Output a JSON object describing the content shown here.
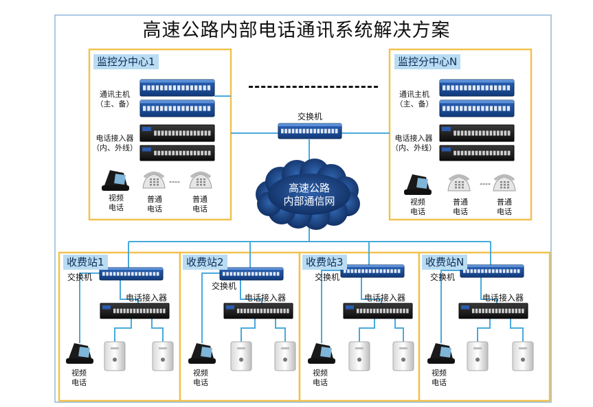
{
  "title": "高速公路内部电话通讯系统解决方案",
  "center_switch_label": "交换机",
  "cloud_label": "高速公路\n内部通信网",
  "monitor_centers": [
    {
      "tag": "监控分中心1",
      "host_label": "通讯主机\n（主、备）",
      "access_label": "电话接入器\n（内、外线）",
      "video_phone": "视频\n电话",
      "phone1": "普通\n电话",
      "phone2": "普通\n电话",
      "dash": "----"
    },
    {
      "tag": "监控分中心N",
      "host_label": "通讯主机\n（主、备）",
      "access_label": "电话接入器\n（内、外线）",
      "video_phone": "视频\n电话",
      "phone1": "普通\n电话",
      "phone2": "普通\n电话",
      "dash": "----"
    }
  ],
  "toll_stations": [
    {
      "tag": "收费站1",
      "switch": "交换机",
      "access": "电话接入器",
      "video_phone": "视频\n电话"
    },
    {
      "tag": "收费站2",
      "switch": "交换机",
      "access": "电话接入器",
      "video_phone": "视频\n电话"
    },
    {
      "tag": "收费站3",
      "switch": "交换机",
      "access": "电话接入器",
      "video_phone": "视频\n电话"
    },
    {
      "tag": "收费站N",
      "switch": "交换机",
      "access": "电话接入器",
      "video_phone": "视频\n电话"
    }
  ],
  "colors": {
    "box_border": "#f2c14e",
    "frame": "#8fb7d8",
    "link": "#47a9dc",
    "tag_bg": "#b9dcf2",
    "cloud": "#1a3f7a"
  }
}
